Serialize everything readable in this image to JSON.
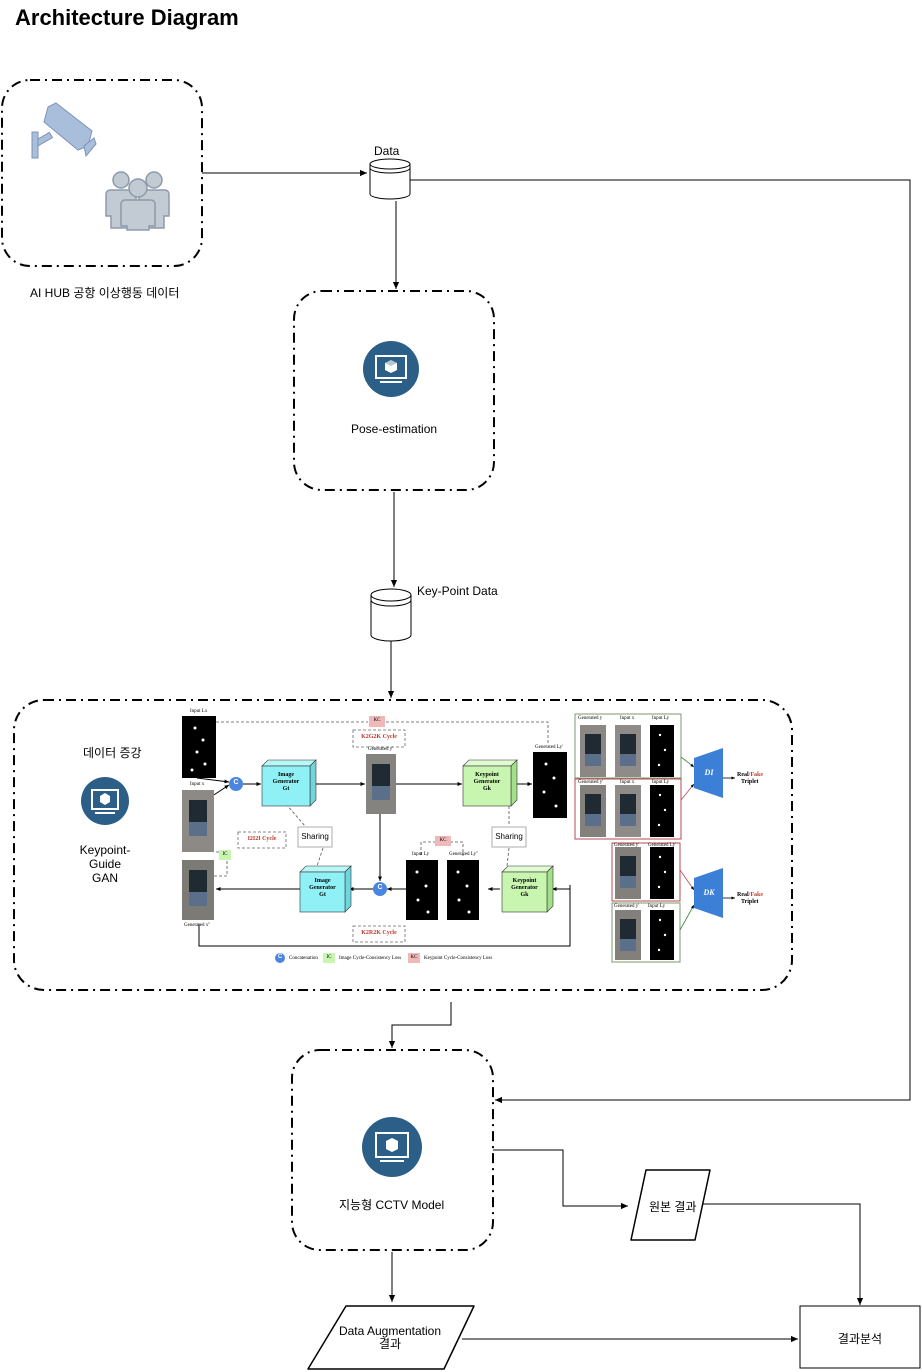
{
  "title": "Architecture Diagram",
  "source": {
    "label": "AI HUB 공항 이상행동 데이터"
  },
  "nodes": {
    "data": "Data",
    "pose": "Pose-estimation",
    "keypoint_data": "Key-Point Data",
    "augmentation": "데이터 증강",
    "kgan_line1": "Keypoint-",
    "kgan_line2": "Guide",
    "kgan_line3": "GAN",
    "cctv_model": "지능형 CCTV Model",
    "original_result": "원본 결과",
    "aug_result_line1": "Data Augmentation",
    "aug_result_line2": "결과",
    "analysis": "결과분석"
  },
  "figure": {
    "input_lx": "Input Lx",
    "input_x": "Input x",
    "gen_x2": "Generated x''",
    "image_gen": "Image",
    "image_gen2": "Generator",
    "image_gen3": "Gt",
    "keypoint_gen": "Keypoint",
    "keypoint_gen2": "Generator",
    "keypoint_gen3": "Gk",
    "sharing": "Sharing",
    "k2g2k": "K2G2K Cycle",
    "i2i2i": "I2I2I Cycle",
    "k2r2k": "K2R2K Cycle",
    "kc": "KC",
    "ic": "IC",
    "c": "C",
    "gen_y": "Generated y'",
    "gen_ly": "Generated Ly'",
    "input_ly": "Input Ly",
    "gen_ly2": "Generated Ly''",
    "legend_c": "Concatenation",
    "legend_ic": "Image Cycle-Consistency Loss",
    "legend_kc": "Keypoint Cycle-Consistency Loss",
    "right_gen_y": "Generated y",
    "right_input_x": "Input x",
    "right_input_ly": "Input Ly",
    "right_gen_y2": "Generated y'",
    "right_gen_ly": "Generated Ly'",
    "di": "DI",
    "dk": "DK",
    "real": "Real",
    "fake": "/Fake",
    "triplet": "Triplet"
  },
  "icons": [
    "cctv-camera-icon",
    "people-group-icon",
    "database-icon",
    "monitor-cube-icon"
  ],
  "colors": {
    "icon_blue": "#2b5f87",
    "icon_gray": "#c2cad4",
    "cam_blue": "#a9bedb",
    "disc_blue": "#3b7fd6",
    "cyan": "#8ff0f5",
    "green": "#c8f5b0",
    "kc_pink": "#f0b8b8"
  }
}
